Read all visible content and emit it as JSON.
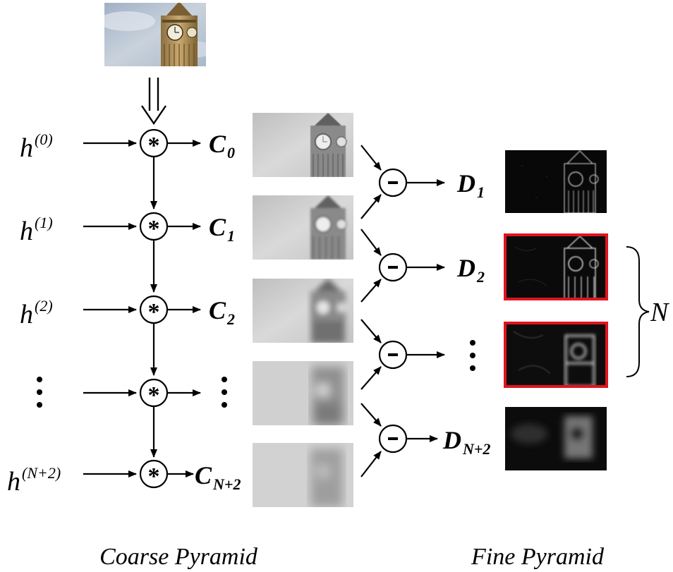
{
  "filters": [
    {
      "base": "h",
      "sup": "(0)"
    },
    {
      "base": "h",
      "sup": "(1)"
    },
    {
      "base": "h",
      "sup": "(2)"
    },
    {
      "base": "",
      "sup": ""
    },
    {
      "base": "h",
      "sup": "(N+2)"
    }
  ],
  "coarse": [
    {
      "base": "C",
      "sub": "0"
    },
    {
      "base": "C",
      "sub": "1"
    },
    {
      "base": "C",
      "sub": "2"
    },
    {
      "base": "",
      "sub": ""
    },
    {
      "base": "C",
      "sub": "N+2"
    }
  ],
  "fine": [
    {
      "base": "D",
      "sub": "1"
    },
    {
      "base": "D",
      "sub": "2"
    },
    {
      "base": "",
      "sub": ""
    },
    {
      "base": "D",
      "sub": "N+2"
    }
  ],
  "brace_label": "N",
  "captions": {
    "coarse": "Coarse Pyramid",
    "fine": "Fine Pyramid"
  },
  "colors": {
    "highlight": "#e0141e",
    "sky": "#b8c3cf",
    "tower": "#b59865",
    "dark_bg": "#0a0a0a"
  }
}
